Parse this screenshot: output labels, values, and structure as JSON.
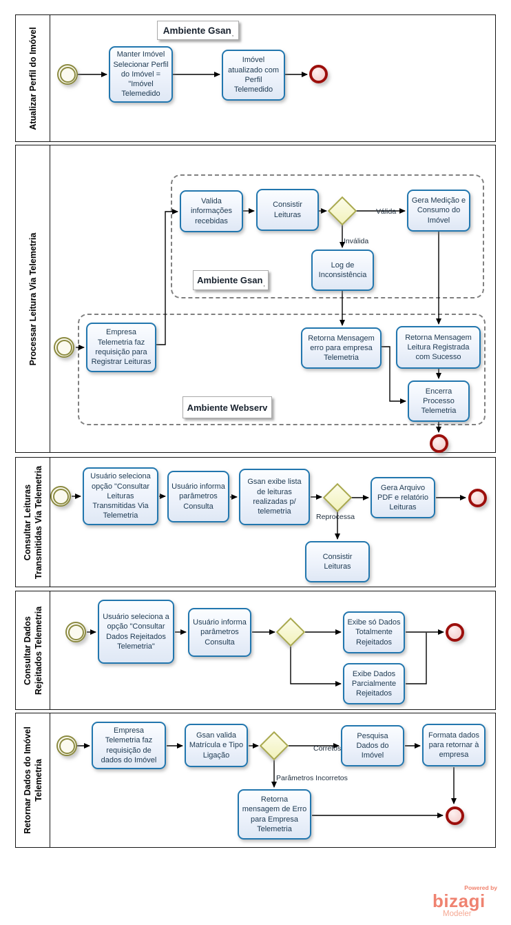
{
  "brand": {
    "powered_by": "Powered by",
    "name": "bizagi",
    "product": "Modeler",
    "color": "#ef8270",
    "color_light": "#f5a893"
  },
  "colors": {
    "task_border": "#2176ae",
    "start_event": "#8b8a40",
    "end_event": "#9c0f0c",
    "gateway_border": "#a9a94d",
    "group_border": "#7f7f7f",
    "flow": "#000000"
  },
  "edge_labels": {
    "valida": "Válida",
    "invalida": "Inválida",
    "reprocessa": "Reprocessa",
    "corretos": "Corretos",
    "parametros_incorretos": "Parâmetros Incorretos"
  },
  "annotations": {
    "gsan_lane1": "Ambiente Gsan",
    "gsan_lane2": "Ambiente Gsan",
    "webserv": "Ambiente Webserv",
    "mark": ","
  },
  "lanes": {
    "l1": {
      "title_lines": [
        "Atualizar Perfil do Imóvel"
      ],
      "t_manter": "Manter Imóvel Selecionar Perfil do Imóvel =  \"Imóvel Telemedido",
      "t_atualizado": "Imóvel atualizado com Perfil Telemedido"
    },
    "l2": {
      "title_lines": [
        "Processar Leitura Via Telemetria"
      ],
      "t_valida": "Valida informações recebidas",
      "t_consistir": "Consistir Leituras",
      "t_gera": "Gera Medição e Consumo do Imóvel",
      "t_log": "Log de Inconsistência",
      "t_empresa": "Empresa Telemetria faz requisição para Registrar Leituras",
      "t_erro": "Retorna Mensagem erro para empresa Telemetria",
      "t_sucesso": "Retorna Mensagem Leitura Registrada com Sucesso",
      "t_encerra": "Encerra Processo Telemetria"
    },
    "l3": {
      "title_lines": [
        "Consultar Leituras",
        "Transmitidas Via Telemetria"
      ],
      "t_seleciona": "Usuário seleciona opção \"Consultar Leituras Transmitidas Via Telemetria",
      "t_informa": "Usuário informa parâmetros Consulta",
      "t_exibe": "Gsan exibe lista de leituras realizadas p/ telemetria",
      "t_gera_pdf": "Gera Arquivo PDF e relatório Leituras",
      "t_consistir": "Consistir Leituras"
    },
    "l4": {
      "title_lines": [
        "Consultar Dados",
        "Rejeitados Telemetria"
      ],
      "t_seleciona": "Usuário seleciona a opção \"Consultar Dados Rejeitados Telemetria\"",
      "t_informa": "Usuário informa parâmetros Consulta",
      "t_total": "Exibe só Dados Totalmente Rejeitados",
      "t_parcial": "Exibe Dados Parcialmente Rejeitados"
    },
    "l5": {
      "title_lines": [
        "Retornar Dados do Imóvel",
        "Telemetria"
      ],
      "t_requisicao": "Empresa Telemetria faz requisição de dados do Imóvel",
      "t_valida": "Gsan valida Matrícula e Tipo Ligação",
      "t_pesquisa": "Pesquisa Dados do Imóvel",
      "t_formata": "Formata dados para retornar à empresa",
      "t_erro": "Retorna mensagem de Erro para Empresa Telemetria"
    }
  }
}
